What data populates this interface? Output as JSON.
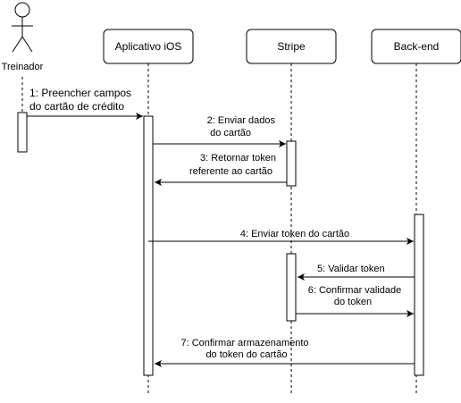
{
  "actor": {
    "name": "Treinador",
    "icon": "stick-figure-icon"
  },
  "participants": [
    {
      "id": "ios",
      "label": "Aplicativo iOS"
    },
    {
      "id": "stripe",
      "label": "Stripe"
    },
    {
      "id": "backend",
      "label": "Back-end"
    }
  ],
  "messages": [
    {
      "id": "m1",
      "lines": [
        "1: Preencher campos",
        "do cartão de crédito"
      ],
      "from": "treinador",
      "to": "ios",
      "style": "solid"
    },
    {
      "id": "m2",
      "lines": [
        "2: Enviar dados",
        "do cartão"
      ],
      "from": "ios",
      "to": "stripe",
      "style": "solid"
    },
    {
      "id": "m3",
      "lines": [
        "3: Retornar token",
        "referente ao cartão"
      ],
      "from": "stripe",
      "to": "ios",
      "style": "solid"
    },
    {
      "id": "m4",
      "lines": [
        "4: Enviar token do cartão"
      ],
      "from": "ios",
      "to": "backend",
      "style": "solid"
    },
    {
      "id": "m5",
      "lines": [
        "5: Validar token"
      ],
      "from": "backend",
      "to": "stripe",
      "style": "solid"
    },
    {
      "id": "m6",
      "lines": [
        "6: Confirmar validade",
        "do token"
      ],
      "from": "stripe",
      "to": "backend",
      "style": "solid"
    },
    {
      "id": "m7",
      "lines": [
        "7: Confirmar armazenamento",
        "do token do cartão"
      ],
      "from": "backend",
      "to": "ios",
      "style": "solid"
    }
  ],
  "colors": {
    "line": "#000000",
    "box_fill": "#ffffff",
    "background": "#ffffff"
  }
}
